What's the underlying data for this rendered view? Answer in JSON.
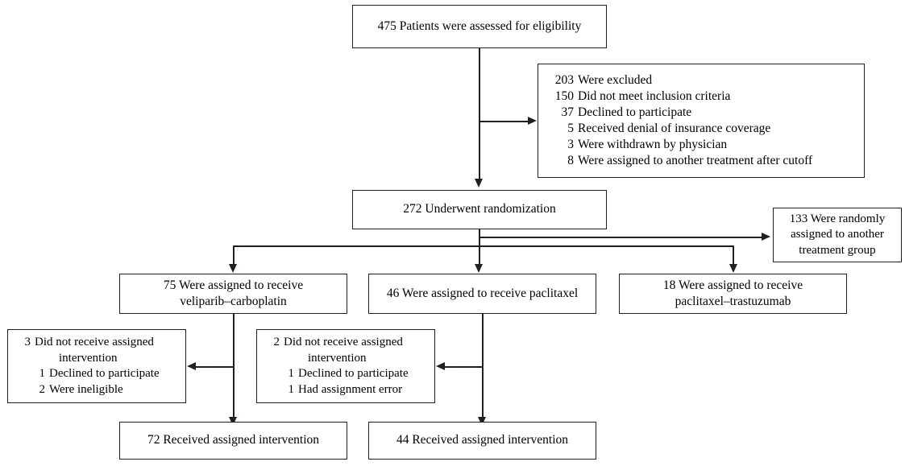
{
  "diagram": {
    "type": "consort-flow-diagram",
    "line_color": "#231f20",
    "background": "#ffffff",
    "nodes": {
      "enrollment": {
        "text": "475 Patients were assessed for eligibility",
        "count": 475
      },
      "excluded": {
        "header_num": "203",
        "header_text": "Were excluded",
        "reasons": [
          {
            "num": "150",
            "text": "Did not meet inclusion criteria"
          },
          {
            "num": "37",
            "text": "Declined to participate"
          },
          {
            "num": "5",
            "text": "Received denial of insurance coverage"
          },
          {
            "num": "3",
            "text": "Were withdrawn by physician"
          },
          {
            "num": "8",
            "text": "Were assigned to another treatment after cutoff"
          }
        ]
      },
      "randomized": {
        "text": "272 Underwent randomization",
        "count": 272
      },
      "other_group": {
        "line1": "133 Were randomly",
        "line2": "assigned to another",
        "line3": "treatment group",
        "count": 133
      },
      "arm_veliparib": {
        "line1": "75 Were assigned to receive",
        "line2": "veliparib–carboplatin",
        "count": 75
      },
      "arm_paclitaxel": {
        "line1": "46 Were assigned to receive paclitaxel",
        "count": 46
      },
      "arm_paclitaxel_trastuzumab": {
        "line1": "18 Were assigned to receive",
        "line2": "paclitaxel–trastuzumab",
        "count": 18
      },
      "dnr_veliparib": {
        "header_num": "3",
        "header_text": "Did not receive assigned",
        "header_text2": "intervention",
        "reasons": [
          {
            "num": "1",
            "text": "Declined to participate"
          },
          {
            "num": "2",
            "text": "Were ineligible"
          }
        ]
      },
      "dnr_paclitaxel": {
        "header_num": "2",
        "header_text": "Did not receive assigned",
        "header_text2": "intervention",
        "reasons": [
          {
            "num": "1",
            "text": "Declined to participate"
          },
          {
            "num": "1",
            "text": "Had assignment error"
          }
        ]
      },
      "received_veliparib": {
        "text": "72 Received assigned intervention",
        "count": 72
      },
      "received_paclitaxel": {
        "text": "44 Received assigned intervention",
        "count": 44
      }
    }
  }
}
